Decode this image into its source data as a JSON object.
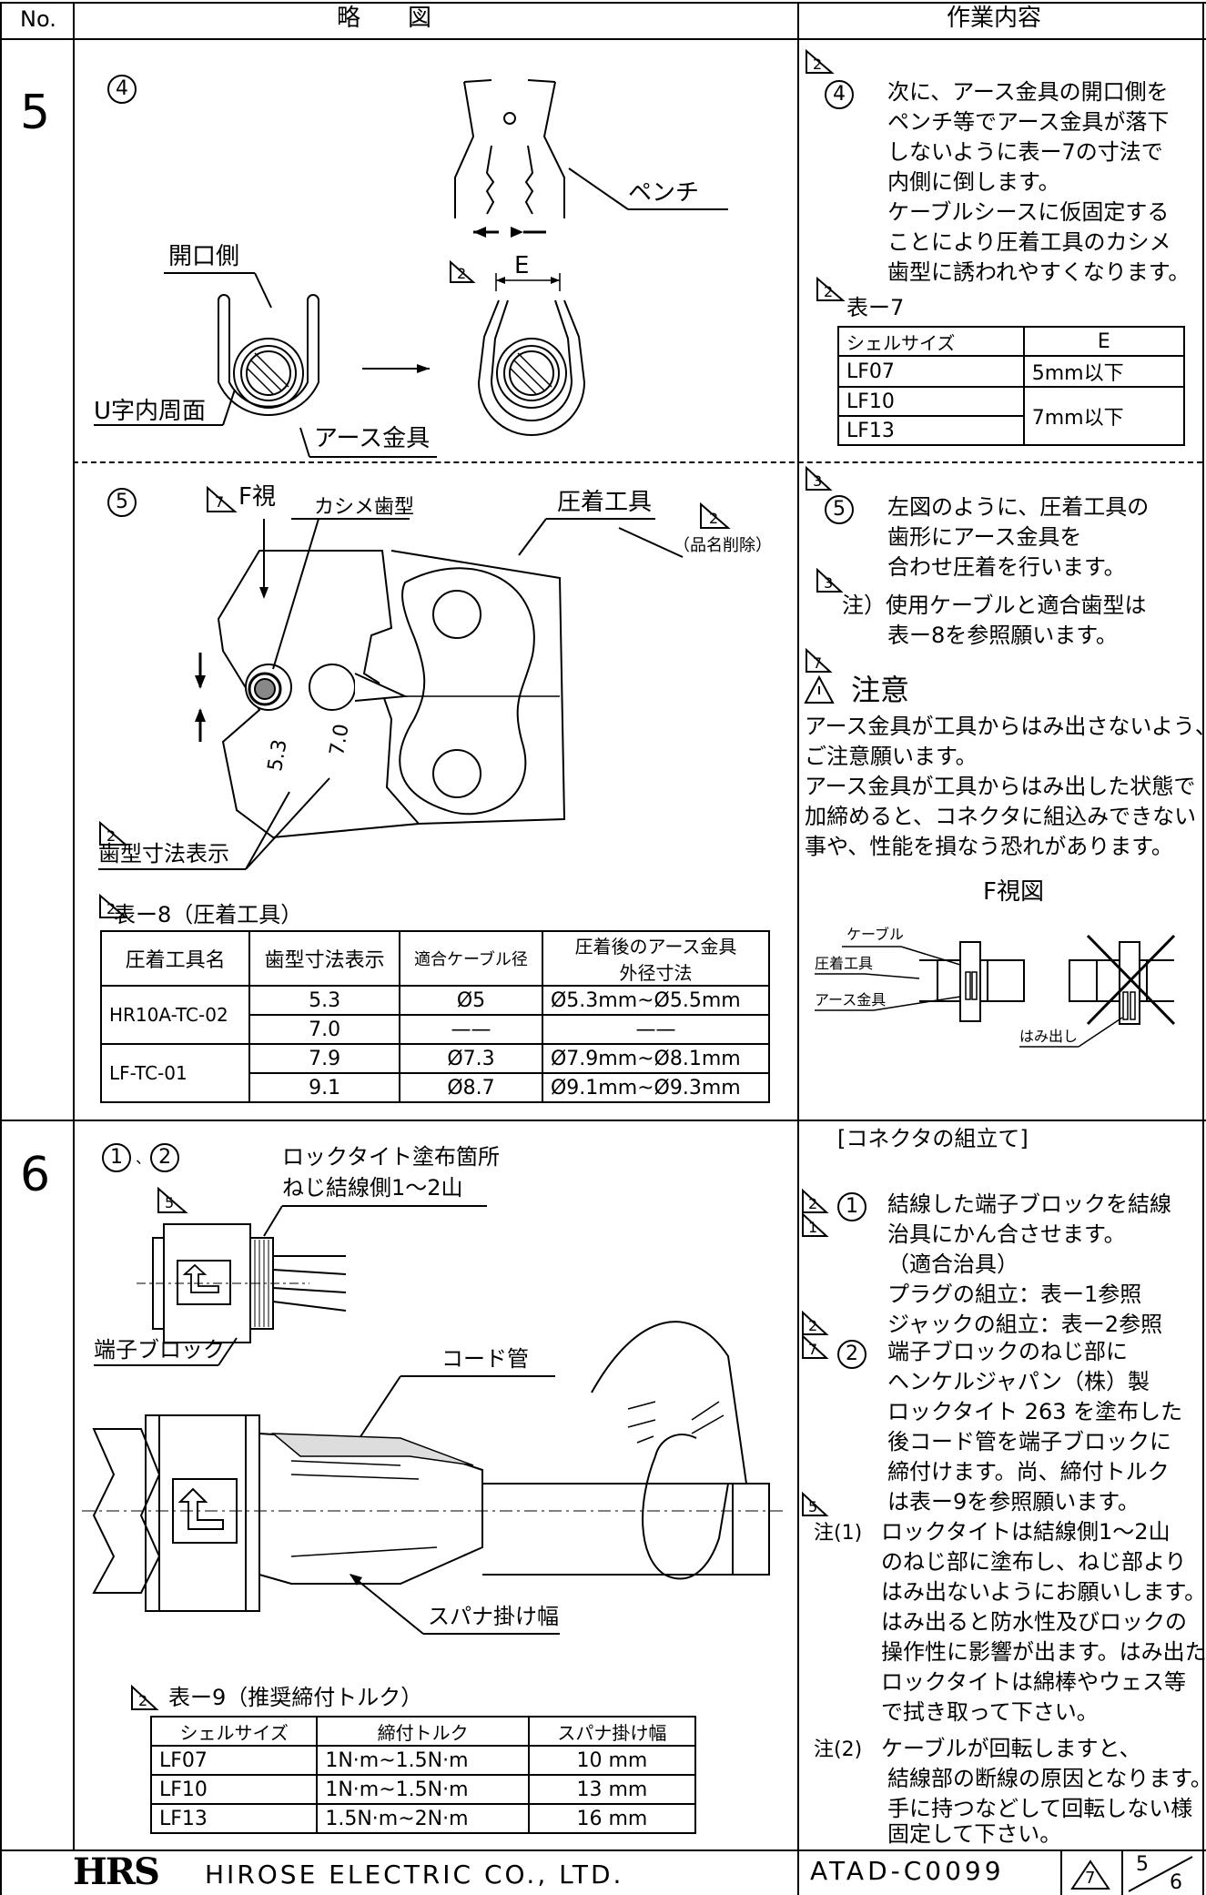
{
  "header": {
    "no": "No.",
    "sketch": "略　　図",
    "work": "作業内容"
  },
  "row5": {
    "no": "5",
    "s4": {
      "num": "4",
      "pliers": "ペンチ",
      "opening": "開口側",
      "e": "E",
      "u_inner": "U字内周面",
      "earth": "アース金具",
      "tri": "2"
    },
    "w4": {
      "tri": "2",
      "num": "4",
      "lines": [
        "次に、アース金具の開口側を",
        "ペンチ等でアース金具が落下",
        "しないように表ー7の寸法で",
        "内側に倒します。",
        "ケーブルシースに仮固定する",
        "ことにより圧着工具のカシメ",
        "歯型に誘われやすくなります。"
      ],
      "table_label": "表ー7",
      "table": {
        "headers": [
          "シェルサイズ",
          "E"
        ],
        "rows": [
          [
            "LF07",
            "5mm以下"
          ],
          [
            "LF10",
            "7mm以下"
          ],
          [
            "LF13",
            ""
          ]
        ]
      }
    },
    "s5": {
      "num": "5",
      "tri7": "7",
      "fview": "F視",
      "kashime": "カシメ歯型",
      "tool": "圧着工具",
      "tri2": "2",
      "deleted": "（品名削除）",
      "d53": "5.3",
      "d70": "7.0",
      "dim_label": "歯型寸法表示",
      "table_label": "表ー8（圧着工具）",
      "table": {
        "headers": [
          "圧着工具名",
          "歯型寸法表示",
          "適合ケーブル径",
          "圧着後のアース金具",
          "外径寸法"
        ],
        "rows": [
          [
            "HR10A-TC-02",
            "5.3",
            "Ø5",
            "Ø5.3mm~Ø5.5mm"
          ],
          [
            "",
            "7.0",
            "——",
            "——"
          ],
          [
            "LF-TC-01",
            "7.9",
            "Ø7.3",
            "Ø7.9mm~Ø8.1mm"
          ],
          [
            "",
            "9.1",
            "Ø8.7",
            "Ø9.1mm~Ø9.3mm"
          ]
        ]
      }
    },
    "w5": {
      "tri3": "3",
      "num": "5",
      "lines": [
        "左図のように、圧着工具の",
        "歯形にアース金具を",
        "合わせ圧着を行います。"
      ],
      "note": "注）使用ケーブルと適合歯型は",
      "note2": "表ー8を参照願います。",
      "tri7": "7",
      "caution_title": "注意",
      "caution_lines": [
        "アース金具が工具からはみ出さないよう、",
        "ご注意願います。",
        "アース金具が工具からはみ出した状態で",
        "加締めると、コネクタに組込みできない",
        "事や、性能を損なう恐れがあります。"
      ],
      "fview": "F視図",
      "cable": "ケーブル",
      "tool": "圧着工具",
      "earth": "アース金具",
      "overhang": "はみ出し"
    }
  },
  "row6": {
    "no": "6",
    "s": {
      "nums": [
        "1",
        "2"
      ],
      "loctite1": "ロックタイト塗布箇所",
      "loctite2": "ねじ結線側1〜2山",
      "tri5": "5",
      "block": "端子ブロック",
      "cord": "コード管",
      "spanner": "スパナ掛け幅",
      "table_label": "表ー9（推奨締付トルク）",
      "table": {
        "headers": [
          "シェルサイズ",
          "締付トルク",
          "スパナ掛け幅"
        ],
        "rows": [
          [
            "LF07",
            "1N·m~1.5N·m",
            "10 mm"
          ],
          [
            "LF10",
            "1N·m~1.5N·m",
            "13 mm"
          ],
          [
            "LF13",
            "1.5N·m~2N·m",
            "16 mm"
          ]
        ]
      }
    },
    "w": {
      "title": "[コネクタの組立て]",
      "i1": [
        "結線した端子ブロックを結線",
        "治具にかん合させます。",
        "（適合治具）",
        "プラグの組立：表ー1参照",
        "ジャックの組立：表ー2参照"
      ],
      "i2": [
        "端子ブロックのねじ部に",
        "ヘンケルジャパン（株）製",
        "ロックタイト 263 を塗布した",
        "後コード管を端子ブロックに",
        "締付けます。尚、締付トルク",
        "は表ー9を参照願います。"
      ],
      "n1_label": "注(1)",
      "n1": [
        "ロックタイトは結線側1〜2山",
        "のねじ部に塗布し、ねじ部より",
        "はみ出ないようにお願いします。",
        "はみ出ると防水性及びロックの",
        "操作性に影響が出ます。はみ出た",
        "ロックタイトは綿棒やウェス等",
        "で拭き取って下さい。"
      ],
      "n2_label": "注(2)",
      "n2": [
        "ケーブルが回転しますと、",
        "結線部の断線の原因となります。",
        "手に持つなどして回転しない様",
        "固定して下さい。"
      ]
    }
  },
  "footer": {
    "logo": "HRS",
    "company": "HIROSE ELECTRIC CO., LTD.",
    "doc": "ATAD-C0099",
    "rev": "7",
    "page": "5",
    "total": "6"
  }
}
